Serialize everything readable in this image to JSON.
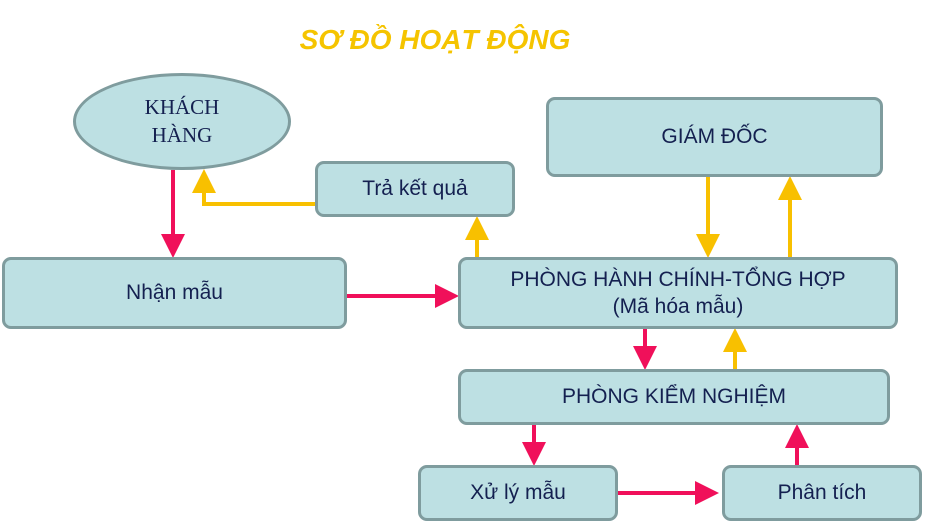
{
  "title": "SƠ ĐỒ HOẠT ĐỘNG",
  "nodes": {
    "customer": {
      "line1": "KHÁCH",
      "line2": "HÀNG"
    },
    "return_results": "Trả kết quả",
    "receive_sample": "Nhận mẫu",
    "director": "GIÁM ĐỐC",
    "admin": {
      "line1": "PHÒNG HÀNH CHÍNH-TỔNG HỢP",
      "line2": "(Mã hóa mẫu)"
    },
    "lab": "PHÒNG KIỂM NGHIỆM",
    "process_sample": "Xử lý mẫu",
    "analysis": "Phân tích"
  },
  "colors": {
    "red_arrow": "#F0105A",
    "yellow_arrow": "#F8C000",
    "box_fill": "#BDE0E3",
    "title": "#F5C400"
  }
}
